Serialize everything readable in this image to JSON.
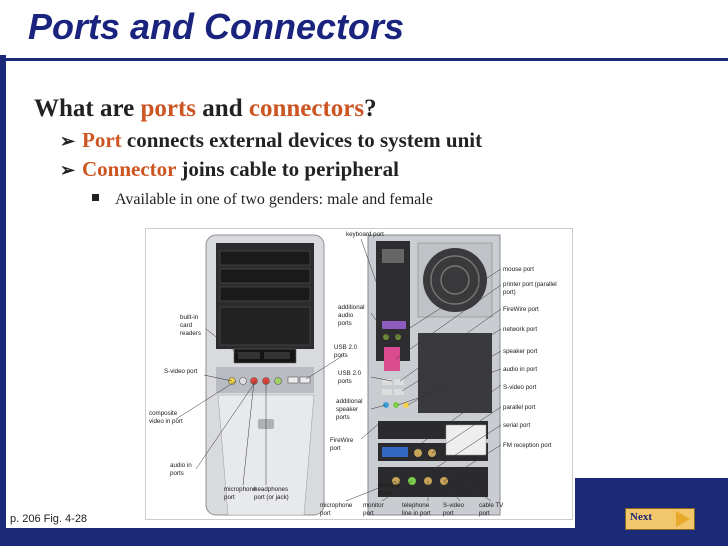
{
  "slide": {
    "title": "Ports and Connectors",
    "question": {
      "prefix": "What are ",
      "word1": "ports",
      "mid": " and ",
      "word2": "connectors",
      "suffix": "?"
    },
    "bullets": [
      {
        "term": "Port",
        "rest": " connects external devices to system unit"
      },
      {
        "term": "Connector",
        "rest": " joins cable to peripheral"
      }
    ],
    "sub_bullet": "Available in one of two genders: male and female",
    "caption": "p. 206 Fig. 4-28",
    "next_label": "Next"
  },
  "figure": {
    "labels": {
      "keyboard_port": "keyboard port",
      "mouse_port": "mouse port",
      "printer_port_1": "printer port (parallel",
      "printer_port_2": "port)",
      "firewire_port": "FireWire port",
      "network_port": "network port",
      "speaker_port": "speaker port",
      "audio_in_port": "audio in port",
      "s_video_port_right": "S-video port",
      "parallel_port": "parallel port",
      "serial_port": "serial port",
      "fm_reception_port": "FM reception port",
      "additional_audio_1": "additional",
      "additional_audio_2": "audio",
      "additional_audio_3": "ports",
      "usb_1_1": "USB 2.0",
      "usb_1_2": "ports",
      "usb_2_1": "USB 2.0",
      "usb_2_2": "ports",
      "additional_speaker_1": "additional",
      "additional_speaker_2": "speaker",
      "additional_speaker_3": "ports",
      "firewire_port_mid_1": "FireWire",
      "firewire_port_mid_2": "port",
      "builtin_1": "built-in",
      "builtin_2": "card",
      "builtin_3": "readers",
      "s_video_port_left": "S-video port",
      "composite_1": "composite",
      "composite_2": "video in port",
      "audio_in_ports_1": "audio in",
      "audio_in_ports_2": "ports",
      "microphone_port_front_1": "microphone",
      "microphone_port_front_2": "port",
      "headphones_1": "headphones",
      "headphones_2": "port (or jack)",
      "audio_in_ports_back_1": "audio in",
      "audio_in_ports_back_2": "ports",
      "microphone_port_back_1": "microphone",
      "microphone_port_back_2": "port",
      "monitor_port_1": "monitor",
      "monitor_port_2": "port",
      "telephone_1": "telephone",
      "telephone_2": "line in port",
      "s_video_bottom_1": "S-video",
      "s_video_bottom_2": "port",
      "cable_tv_1": "cable TV",
      "cable_tv_2": "port"
    }
  },
  "colors": {
    "title": "#1a237e",
    "accent": "#cc5522",
    "navy": "#1a2a78",
    "next_button": "#f2c66a"
  }
}
